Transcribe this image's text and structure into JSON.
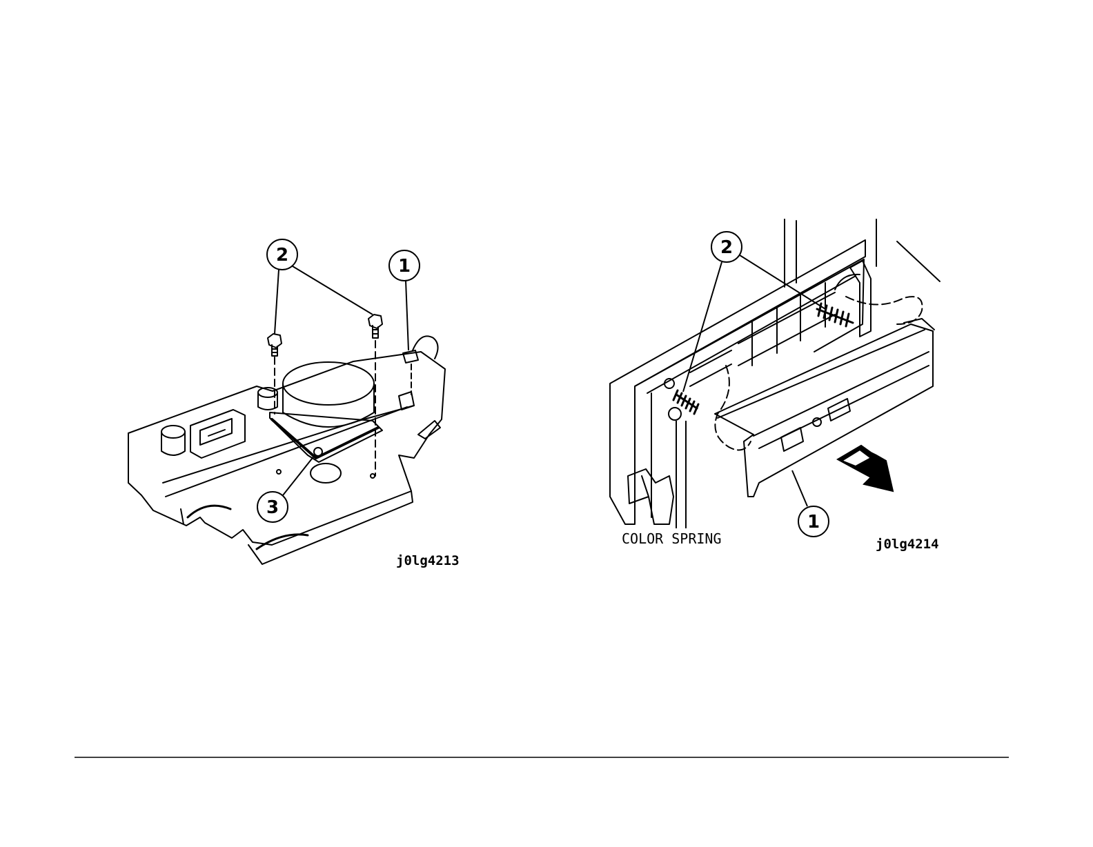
{
  "figures": [
    {
      "id_label": "j0lg4213",
      "callouts": [
        "2",
        "1",
        "3"
      ]
    },
    {
      "id_label": "j0lg4214",
      "callouts": [
        "2",
        "1"
      ],
      "spring_label": "COLOR SPRING"
    }
  ],
  "colors": {
    "ink": "#000000",
    "paper": "#ffffff"
  }
}
